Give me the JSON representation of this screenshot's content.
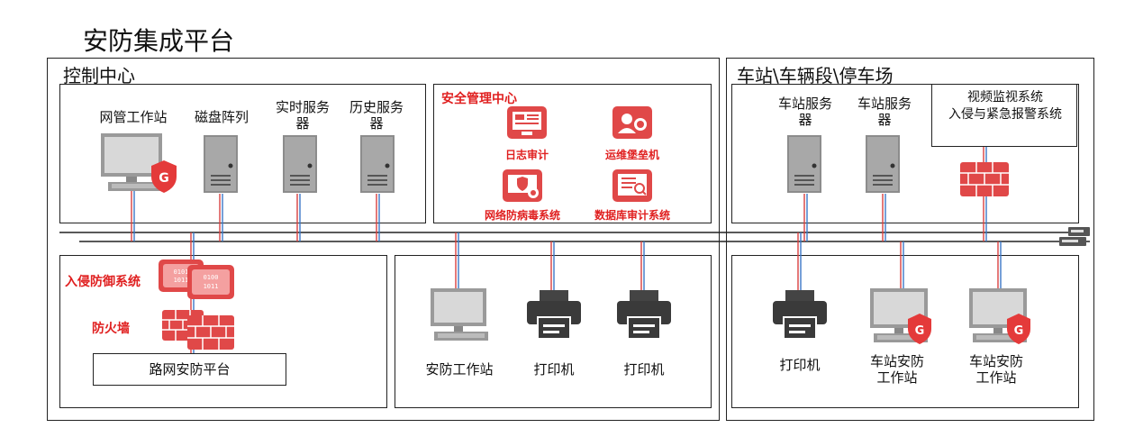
{
  "title": "安防集成平台",
  "control_center": {
    "title": "控制中心",
    "devices": [
      {
        "label": "网管工作站"
      },
      {
        "label": "磁盘阵列"
      },
      {
        "label": "实时服务器"
      },
      {
        "label": "历史服务器"
      }
    ],
    "security_mgmt": {
      "title": "安全管理中心",
      "items": [
        {
          "label": "日志审计",
          "icon": "log-audit-icon"
        },
        {
          "label": "运维堡垒机",
          "icon": "bastion-host-icon"
        },
        {
          "label": "网络防病毒系统",
          "icon": "antivirus-icon"
        },
        {
          "label": "数据库审计系统",
          "icon": "database-audit-icon"
        }
      ]
    },
    "intrusion_prevention": "入侵防御系统",
    "firewall": "防火墙",
    "road_security_platform": "路网安防平台",
    "security_workstation": "安防工作站",
    "printer_1": "打印机",
    "printer_2": "打印机"
  },
  "station": {
    "title": "车站\\车辆段\\停车场",
    "server_1": "车站服务器",
    "server_2": "车站服务器",
    "video_system": "视频监视系统\n入侵与紧急报警系统",
    "printer": "打印机",
    "workstation_1": "车站安防工作站",
    "workstation_2": "车站安防工作站"
  },
  "colors": {
    "accent_red": "#e02020",
    "line_red": "#d84040",
    "line_blue": "#3b78c8",
    "device_gray": "#8a8a8a"
  }
}
